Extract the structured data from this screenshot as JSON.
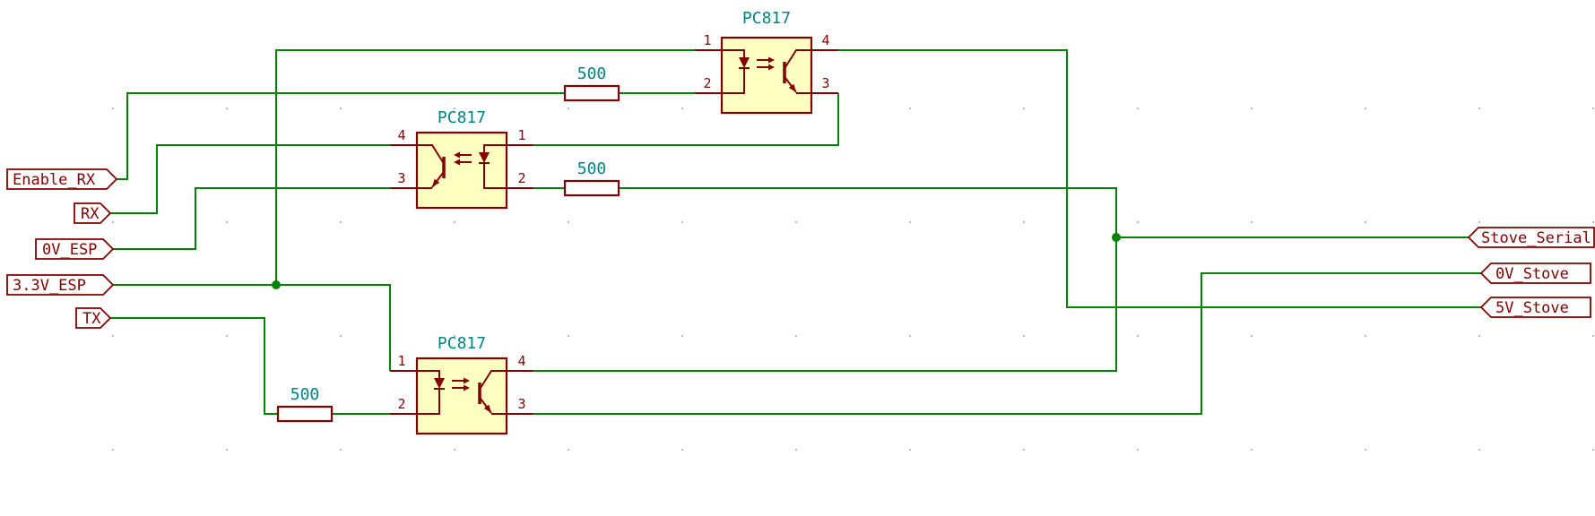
{
  "colors": {
    "wire_green": "#008400",
    "device_outline": "#840000",
    "device_fill": "#FFFFC2",
    "value_teal": "#008484",
    "label_maroon": "#840000",
    "background": "#FFFFFF",
    "grid_dot": "#BBBBBB"
  },
  "optocouplers": [
    {
      "part": "PC817",
      "pins": {
        "p1": "1",
        "p2": "2",
        "p3": "3",
        "p4": "4"
      }
    },
    {
      "part": "PC817",
      "pins": {
        "p1": "1",
        "p2": "2",
        "p3": "3",
        "p4": "4"
      }
    },
    {
      "part": "PC817",
      "pins": {
        "p1": "1",
        "p2": "2",
        "p3": "3",
        "p4": "4"
      }
    }
  ],
  "resistors": [
    {
      "value": "500"
    },
    {
      "value": "500"
    },
    {
      "value": "500"
    }
  ],
  "ports": {
    "enable_rx": "Enable_RX",
    "rx": "RX",
    "ov_esp": "0V_ESP",
    "v33_esp": "3.3V_ESP",
    "tx": "TX",
    "stove_serial": "Stove_Serial",
    "ov_stove": "0V_Stove",
    "v5_stove": "5V_Stove"
  }
}
